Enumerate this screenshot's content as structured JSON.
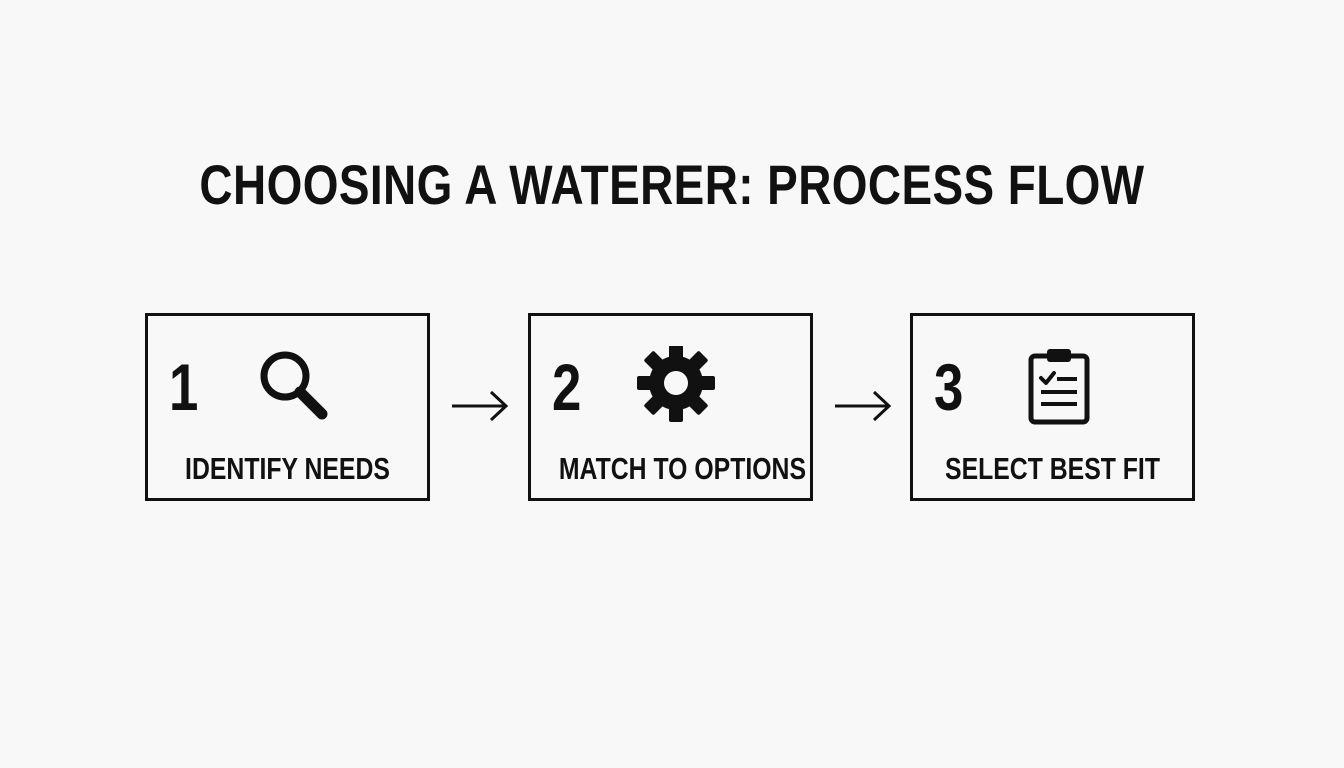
{
  "title": "CHOOSING A WATERER: PROCESS FLOW",
  "steps": [
    {
      "number": "1",
      "label": "IDENTIFY NEEDS",
      "icon": "magnifying-glass-icon"
    },
    {
      "number": "2",
      "label": "MATCH TO OPTIONS",
      "icon": "gear-icon"
    },
    {
      "number": "3",
      "label": "SELECT BEST FIT",
      "icon": "clipboard-checklist-icon"
    }
  ],
  "connector_icon": "arrow-right-icon",
  "colors": {
    "background": "#f8f8f8",
    "foreground": "#111111"
  }
}
